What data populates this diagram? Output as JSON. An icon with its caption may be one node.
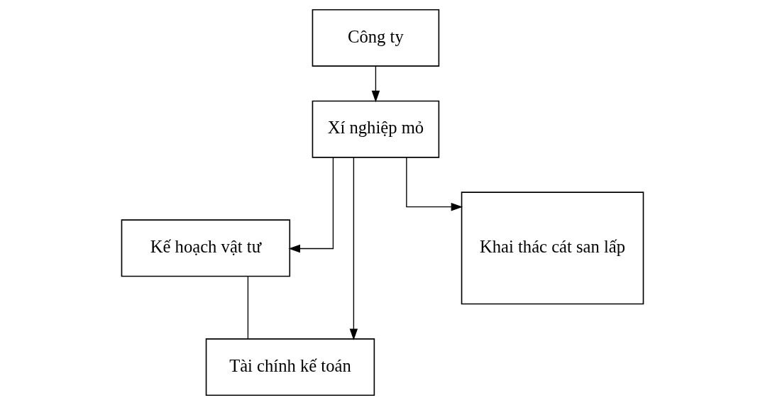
{
  "diagram": {
    "nodes": [
      {
        "text": [
          "Công ty"
        ]
      },
      {
        "text": [
          "Xí nghiệp mỏ"
        ]
      },
      {
        "text": [
          "Kế hoạch vật tư"
        ]
      },
      {
        "text": [
          "Tài chính kế toán"
        ]
      },
      {
        "text": [
          "Khai thác cát san lấp"
        ]
      }
    ],
    "edges": [
      {
        "from": 0,
        "to": 1,
        "arrow": "to"
      },
      {
        "from": 1,
        "to": 2,
        "arrow": "to"
      },
      {
        "from": 1,
        "to": 3,
        "arrow": "to"
      },
      {
        "from": 1,
        "to": 4,
        "arrow": "to"
      },
      {
        "from": 2,
        "to": 3,
        "arrow": "none"
      }
    ]
  }
}
